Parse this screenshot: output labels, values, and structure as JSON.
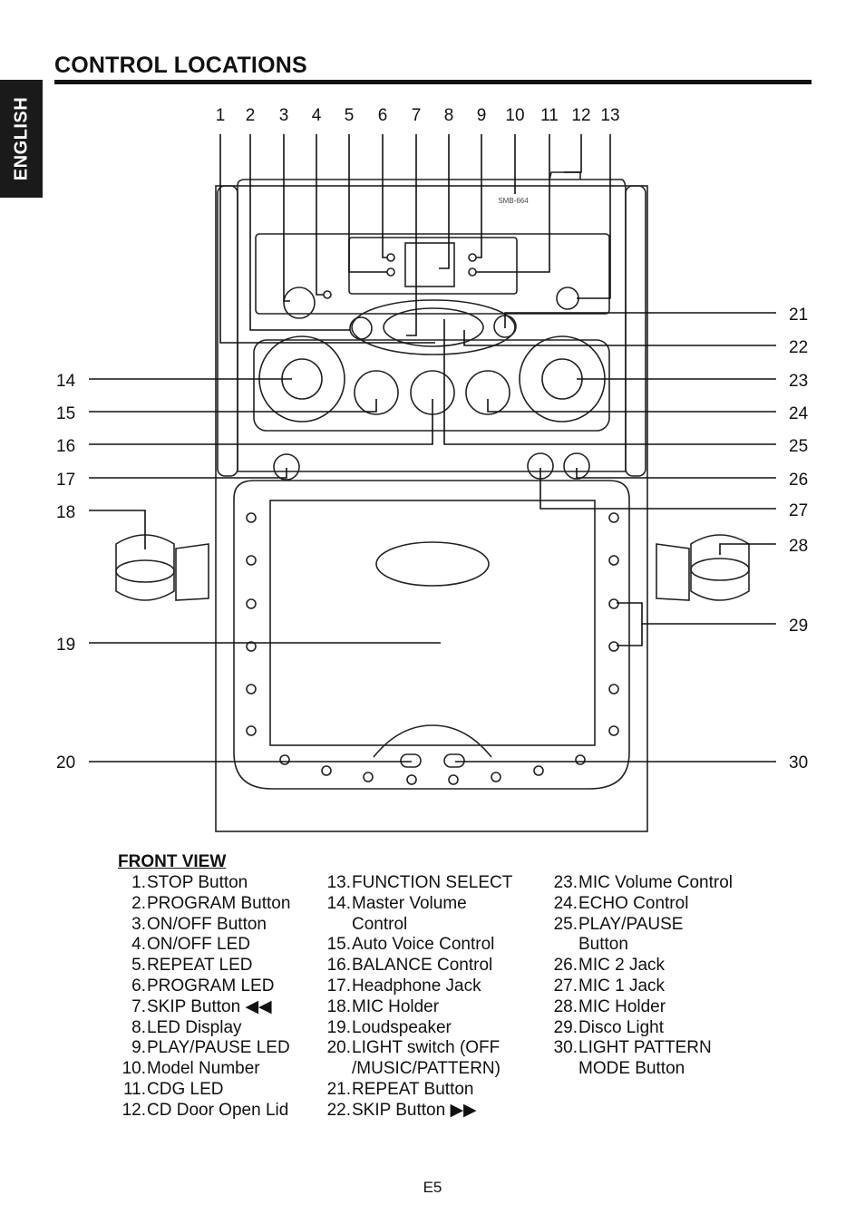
{
  "sidebar_tab": "ENGLISH",
  "title": "CONTROL LOCATIONS",
  "diagram": {
    "model_label": "SMB-664",
    "top_callouts": [
      "1",
      "2",
      "3",
      "4",
      "5",
      "6",
      "7",
      "8",
      "9",
      "10",
      "11",
      "12",
      "13"
    ],
    "left_callouts": [
      "14",
      "15",
      "16",
      "17",
      "18",
      "19",
      "20"
    ],
    "right_callouts": [
      "21",
      "22",
      "23",
      "24",
      "25",
      "26",
      "27",
      "28",
      "29",
      "30"
    ]
  },
  "legend": {
    "heading": "FRONT VIEW",
    "columns": [
      [
        {
          "num": "1.",
          "text": "STOP Button"
        },
        {
          "num": "2.",
          "text": "PROGRAM Button"
        },
        {
          "num": "3.",
          "text": "ON/OFF Button"
        },
        {
          "num": "4.",
          "text": "ON/OFF LED"
        },
        {
          "num": "5.",
          "text": "REPEAT LED"
        },
        {
          "num": "6.",
          "text": "PROGRAM LED"
        },
        {
          "num": "7.",
          "text": "SKIP Button ◀◀"
        },
        {
          "num": "8.",
          "text": "LED Display"
        },
        {
          "num": "9.",
          "text": "PLAY/PAUSE LED"
        },
        {
          "num": "10.",
          "text": "Model Number"
        },
        {
          "num": "11.",
          "text": "CDG LED"
        },
        {
          "num": "12.",
          "text": "CD Door Open Lid"
        }
      ],
      [
        {
          "num": "13.",
          "text": "FUNCTION SELECT"
        },
        {
          "num": "14.",
          "text": "Master Volume"
        },
        {
          "num": "",
          "text": "Control"
        },
        {
          "num": "15.",
          "text": "Auto Voice Control"
        },
        {
          "num": "16.",
          "text": "BALANCE Control"
        },
        {
          "num": "17.",
          "text": "Headphone Jack"
        },
        {
          "num": "18.",
          "text": "MIC Holder"
        },
        {
          "num": "19.",
          "text": "Loudspeaker"
        },
        {
          "num": "20.",
          "text": "LIGHT switch (OFF"
        },
        {
          "num": "",
          "text": "/MUSIC/PATTERN)"
        },
        {
          "num": "21.",
          "text": "REPEAT Button"
        },
        {
          "num": "22.",
          "text": "SKIP Button ▶▶"
        }
      ],
      [
        {
          "num": "23.",
          "text": "MIC Volume Control"
        },
        {
          "num": "24.",
          "text": "ECHO Control"
        },
        {
          "num": "25.",
          "text": "PLAY/PAUSE"
        },
        {
          "num": "",
          "text": "Button"
        },
        {
          "num": "26.",
          "text": "MIC 2 Jack"
        },
        {
          "num": "27.",
          "text": "MIC 1 Jack"
        },
        {
          "num": "28.",
          "text": "MIC Holder"
        },
        {
          "num": "29.",
          "text": "Disco Light"
        },
        {
          "num": "30.",
          "text": "LIGHT PATTERN"
        },
        {
          "num": "",
          "text": "MODE Button"
        }
      ]
    ]
  },
  "page_number": "E5"
}
